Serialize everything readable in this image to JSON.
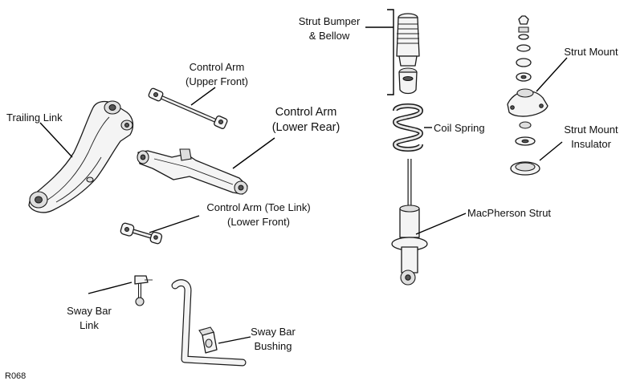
{
  "labels": {
    "trailing_link": "Trailing Link",
    "control_arm_upper_front_1": "Control Arm",
    "control_arm_upper_front_2": "(Upper Front)",
    "control_arm_lower_rear_1": "Control Arm",
    "control_arm_lower_rear_2": "(Lower Rear)",
    "control_arm_toe_link_1": "Control Arm (Toe Link)",
    "control_arm_toe_link_2": "(Lower Front)",
    "sway_bar_link_1": "Sway Bar",
    "sway_bar_link_2": "Link",
    "sway_bar_bushing_1": "Sway Bar",
    "sway_bar_bushing_2": "Bushing",
    "strut_bumper_1": "Strut Bumper",
    "strut_bumper_2": "& Bellow",
    "coil_spring": "Coil Spring",
    "macpherson_strut": "MacPherson Strut",
    "strut_mount": "Strut Mount",
    "strut_mount_insulator_1": "Strut Mount",
    "strut_mount_insulator_2": "Insulator"
  },
  "reference_code": "R068"
}
